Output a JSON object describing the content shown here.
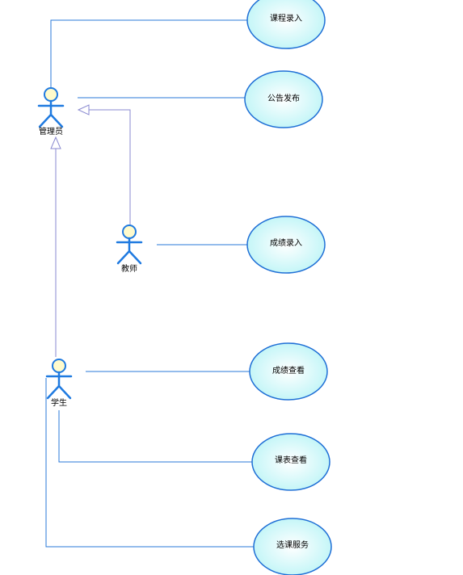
{
  "actors": {
    "admin": {
      "label": "管理员"
    },
    "teacher": {
      "label": "教师"
    },
    "student": {
      "label": "学生"
    }
  },
  "use_cases": {
    "course_entry": "课程录入",
    "notice_publish": "公告发布",
    "grade_entry": "成绩录入",
    "grade_view": "成绩查看",
    "timetable_view": "课表查看",
    "course_selection": "选课服务"
  },
  "colors": {
    "association_line": "#2a7ad8",
    "generalization_line": "#8a8ad0",
    "actor_stroke": "#1f7ae0",
    "actor_head_fill": "#fffbcc",
    "ellipse_stroke": "#1f6fd6",
    "ellipse_fill_center": "#ffffff",
    "ellipse_fill_edge": "#b9f4f6"
  }
}
